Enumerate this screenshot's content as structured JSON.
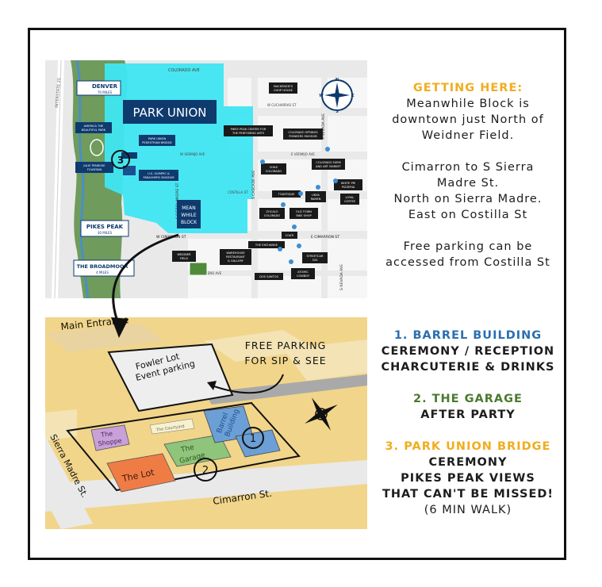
{
  "getting_here": {
    "heading": "GETTING HERE:",
    "lines": [
      "Meanwhile Block is",
      "downtown just North of",
      "Weidner Field."
    ],
    "route_lines": [
      "Cimarron to S Sierra",
      "Madre St.",
      "North on Sierra Madre.",
      "East on Costilla St"
    ],
    "parking_lines": [
      "Free parking can be",
      "accessed from Costilla St"
    ]
  },
  "venues": {
    "barrel": {
      "title": "1. BARREL BUILDING",
      "lines": [
        "CEREMONY / RECEPTION",
        "CHARCUTERIE & DRINKS"
      ]
    },
    "garage": {
      "title": "2. THE GARAGE",
      "lines": [
        "AFTER PARTY"
      ]
    },
    "bridge": {
      "title": "3. PARK UNION BRIDGE",
      "lines": [
        "CEREMONY",
        "PIKES PEAK VIEWS",
        "THAT CAN'T BE MISSED!",
        "(6 MIN WALK)"
      ]
    }
  },
  "city_map": {
    "streets": {
      "colorado": "COLORADO AVE",
      "cucharras": "W CUCHARRAS ST",
      "vermijo": "W VERMIJO AVE",
      "e_vermijo": "E VERMIJO AVE",
      "costilla": "COSTILLA ST",
      "w_cimarron": "W CIMARRON ST",
      "e_cimarron": "E CIMARRON ST",
      "moreno": "W MORENO AVE",
      "cascade": "S CASCADE AVE",
      "nevada": "S NEVADA AVE",
      "nevada2": "S NEVADA AVE",
      "sierra": "S SIERRA MADRE ST",
      "interstate": "INTERSTATE 25"
    },
    "directions": {
      "denver": "DENVER",
      "denver_miles": "70 MILES",
      "pikes_peak": "PIKES PEAK",
      "pikes_miles": "30 MILES",
      "broadmoor": "THE BROADMOOR",
      "broadmoor_miles": "4 MILES"
    },
    "park_union": "PARK UNION",
    "compass": {
      "n": "N",
      "s": "S",
      "e": "E",
      "w": "W"
    },
    "marker": "3",
    "landmarks": {
      "america_park": [
        "AMERICA THE",
        "BEAUTIFUL PARK"
      ],
      "bridge": [
        "PARK UNION",
        "PEDESTRIAN BRIDGE"
      ],
      "fountain": [
        "JULIE PENROSE",
        "FOUNTAIN"
      ],
      "museum": [
        "U.S. OLYMPIC &",
        "PARALYMPIC MUSEUM"
      ],
      "pikes_center": [
        "PIKES PEAK CENTER FOR",
        "THE PERFOMING ARTS"
      ],
      "mackenzies": [
        "MACKENZIE'S",
        "CHOP HOUSE"
      ],
      "pioneers": [
        "COLORADO SPRINGS",
        "PIONEERS MUSEUM"
      ],
      "chile": [
        "CHILE",
        "COLORADO"
      ],
      "farm": [
        "COLORADO FARM",
        "AND ART MARKET"
      ],
      "whitepie": [
        "WHITE PIE",
        "PIZZERIA"
      ],
      "toastique": [
        "TOASTIQUE"
      ],
      "uinya": [
        "UNYA",
        "RAMEN"
      ],
      "loyal": [
        "LOYAL",
        "COFFEE"
      ],
      "zocalo": [
        "ZOCALO",
        "COLORADO"
      ],
      "oldtown": [
        "OLD TOWN",
        "BIKE SHOP"
      ],
      "coati": [
        "COATI"
      ],
      "exchange": [
        "THE EXCHANGE"
      ],
      "warehouse": [
        "WAREHOUSE",
        "RESTAURANT",
        "& GALLERY"
      ],
      "streetcar": [
        "STREETCAR",
        "520"
      ],
      "dossantos": [
        "DOS SANTOS"
      ],
      "atomic": [
        "ATOMIC",
        "COWBOY"
      ],
      "weidner": [
        "WEIDNER",
        "FIELD"
      ]
    },
    "meanwhile_logo": [
      "MEAN",
      "WHILE",
      "BLOCK"
    ]
  },
  "site_map": {
    "main_entrance": "Main Entrance",
    "fowler": [
      "Fowler Lot",
      "Event parking"
    ],
    "free_parking": [
      "FREE PARKING",
      "FOR SIP & SEE"
    ],
    "shoppe": [
      "The",
      "Shoppe"
    ],
    "courtyard": "The Courtyard",
    "barrel": [
      "Barrel",
      "Building"
    ],
    "garage": [
      "The",
      "Garage"
    ],
    "lot": "The Lot",
    "marker1": "1",
    "marker2": "2",
    "sierra": "Sierra Madre St.",
    "cimarron": "Cimarron St."
  }
}
